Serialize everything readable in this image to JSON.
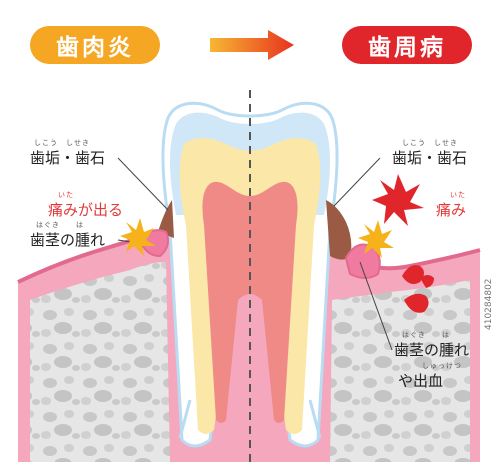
{
  "header": {
    "left_title": "歯肉炎",
    "right_title": "歯周病"
  },
  "labels": {
    "left_plaque": "歯垢・歯石",
    "left_plaque_ruby": "しこう　しせき",
    "left_pain": "痛みが出る",
    "left_pain_ruby": "いた",
    "left_swelling": "歯茎の腫れ",
    "left_swelling_ruby": "はぐき　　は",
    "right_plaque": "歯垢・歯石",
    "right_plaque_ruby": "しこう　しせき",
    "right_pain": "痛み",
    "right_pain_ruby": "いた",
    "right_swelling": "歯茎の腫れ",
    "right_swelling_ruby": "はぐき　　は",
    "right_bleeding": "や出血",
    "right_bleeding_ruby": "しゅっけつ"
  },
  "watermark": "410284802",
  "colors": {
    "pill_left": "#f5a623",
    "pill_right": "#e0252b",
    "arrow_start": "#f7b733",
    "arrow_end": "#e8321e",
    "gum": "#f4a7bd",
    "gum_edge": "#e26a8e",
    "bone": "#e3e3e3",
    "enamel": "#ffffff",
    "enamel_blue": "#b9dcf2",
    "dentin": "#fbe7a8",
    "pulp": "#f08a86",
    "tartar": "#9a5a44",
    "blood": "#e0252b",
    "burst_red": "#e0252b",
    "burst_yellow": "#f6b21b",
    "label_red": "#e23a3a"
  },
  "icons": [
    "arrow-right-icon",
    "pain-burst-icon",
    "blood-drop-icon"
  ]
}
